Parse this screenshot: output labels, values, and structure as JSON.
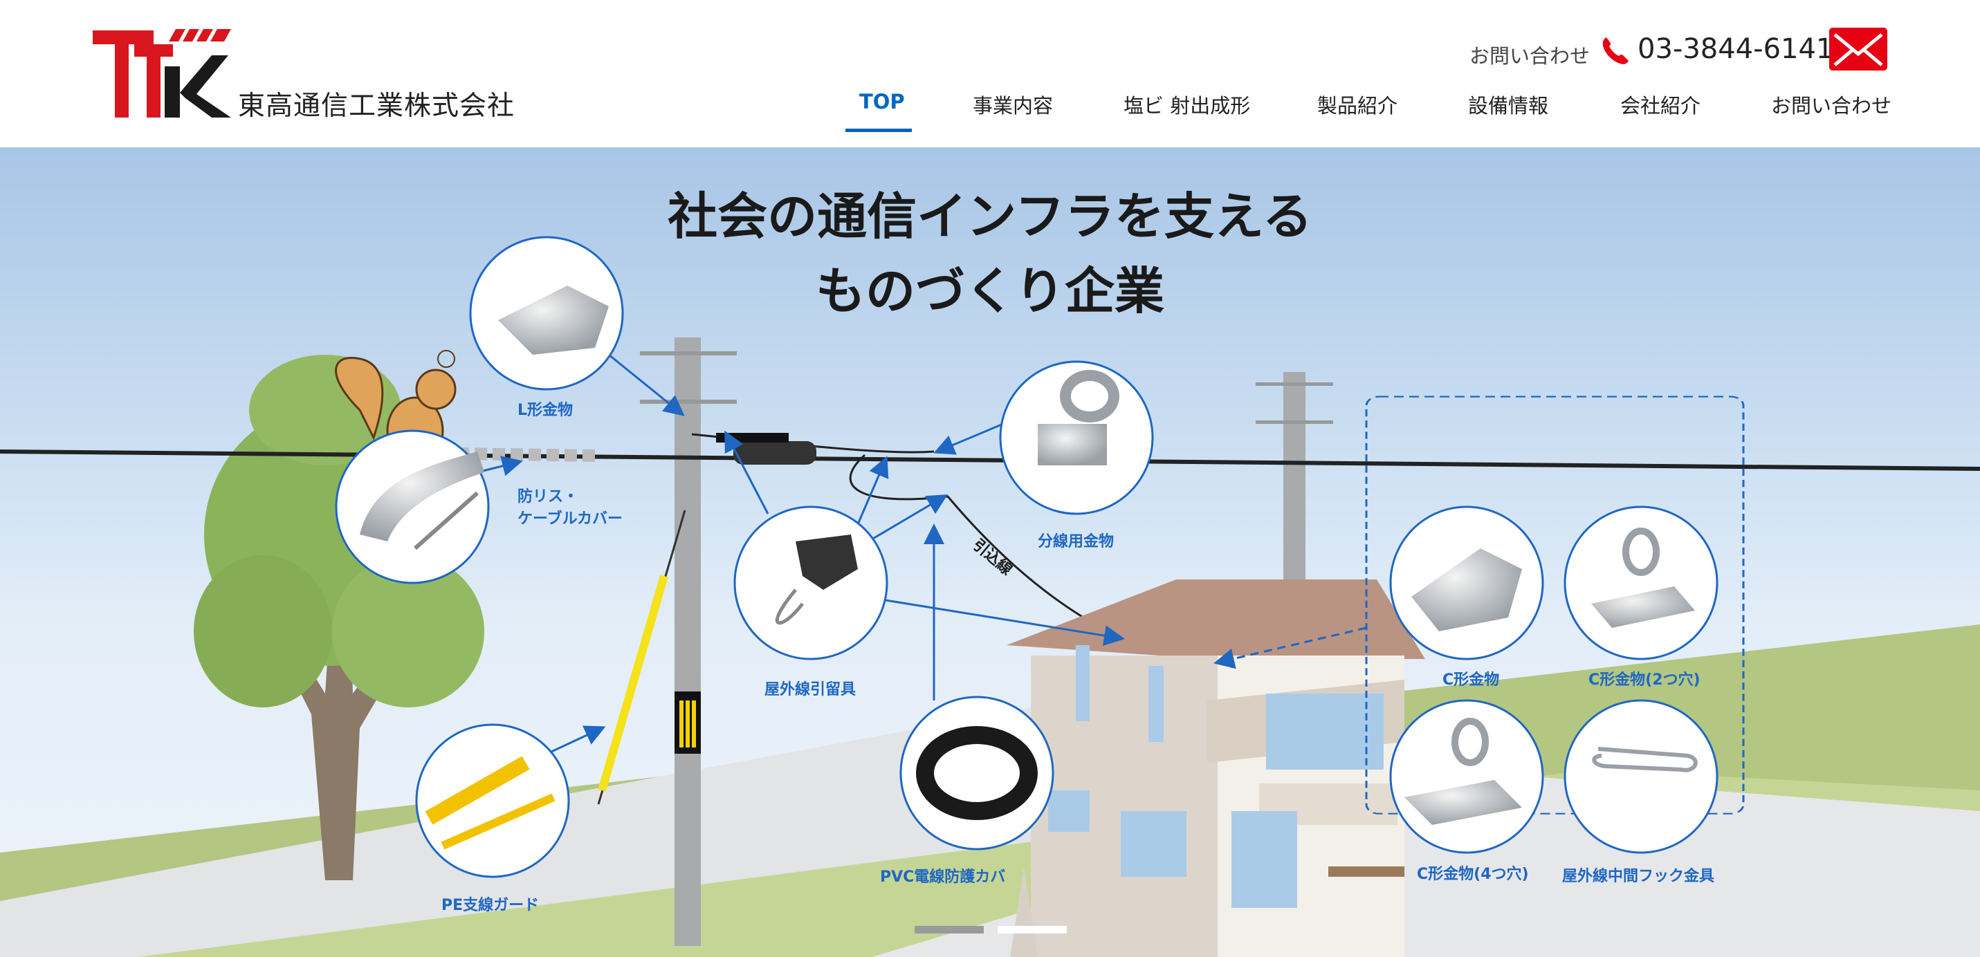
{
  "header": {
    "company_name": "東高通信工業株式会社",
    "contact_label": "お問い合わせ",
    "phone": "03-3844-6141",
    "logo_text": "TTK",
    "icons": [
      "phone-icon",
      "mail-icon"
    ]
  },
  "nav": {
    "items": [
      {
        "label": "TOP",
        "active": true
      },
      {
        "label": "事業内容"
      },
      {
        "label": "塩ビ 射出成形"
      },
      {
        "label": "製品紹介"
      },
      {
        "label": "設備情報"
      },
      {
        "label": "会社紹介"
      },
      {
        "label": "お問い合わせ"
      }
    ]
  },
  "hero": {
    "headline_1": "社会の通信インフラを支える",
    "headline_2": "ものづくり企業",
    "wire_label": "引込線",
    "products": {
      "l_bracket": "L形金物",
      "cable_cover_1": "防リス・",
      "cable_cover_2": "ケーブルカバー",
      "branch": "分線用金物",
      "outdoor_clamp": "屋外線引留具",
      "pe_guard": "PE支線ガード",
      "pvc_cover": "PVC電線防護カバ",
      "c_bracket": "C形金物",
      "c_bracket_2": "C形金物(2つ穴)",
      "c_bracket_4": "C形金物(4つ穴)",
      "hook": "屋外線中間フック金具"
    },
    "slider": {
      "count": 2,
      "active_index": 0
    }
  },
  "colors": {
    "accent_blue": "#1f67c2",
    "brand_red": "#e60012",
    "sky": "#cfe1f3",
    "grass": "#b5c883"
  }
}
